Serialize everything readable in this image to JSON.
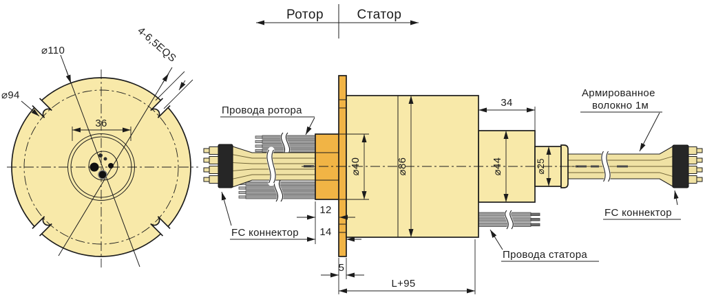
{
  "header": {
    "rotor": "Ротор",
    "stator": "Статор"
  },
  "front_view": {
    "dia_outer": "⌀110",
    "dia_bolt_circle": "⌀94",
    "inner_width": "36",
    "slots": "4-6,5EQS"
  },
  "side_view": {
    "dia_hex": "⌀40",
    "dia_body": "⌀86",
    "dia_shaft": "⌀44",
    "dia_tip": "⌀25",
    "len_shaft": "34",
    "len_hex": "12",
    "len_to_flange": "14",
    "flange_thickness": "5",
    "total_length": "L+95",
    "label_rotor_wires": "Провода ротора",
    "label_stator_wires": "Провода статора",
    "label_fc_left": "FC коннектор",
    "label_fc_right": "FC коннектор",
    "label_fiber_line1": "Армированное",
    "label_fiber_line2": "волокно 1м"
  },
  "colors": {
    "body": "#F8E9A9",
    "accent": "#F1B445",
    "fiber": "#F0E2A4",
    "wire": "#9C9C9C",
    "connector": "#262626",
    "line": "#1C1C1C",
    "background": "#FFFFFF"
  }
}
